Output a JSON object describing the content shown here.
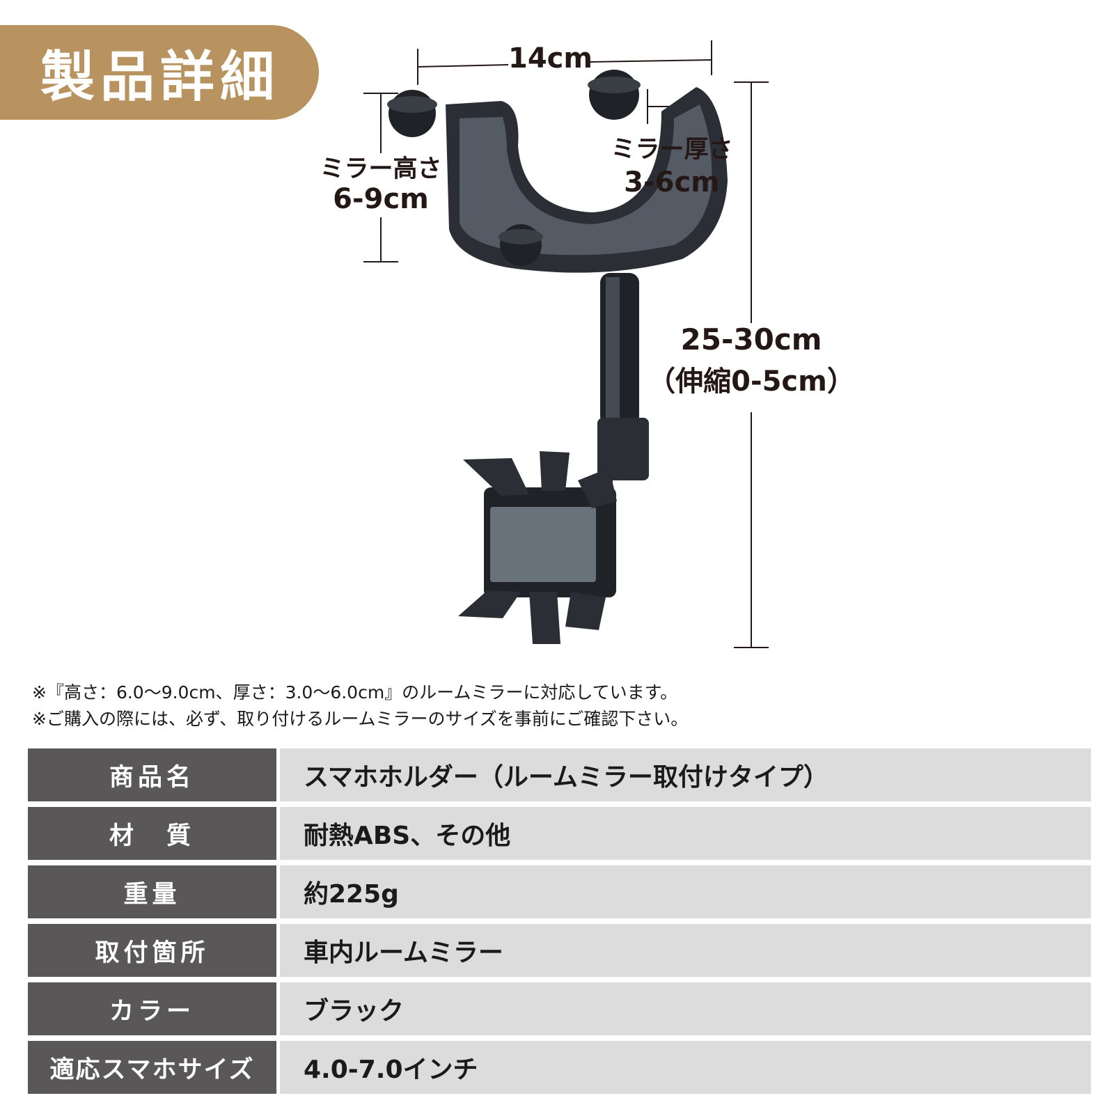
{
  "header": {
    "title": "製品詳細"
  },
  "dimensions": {
    "width": "14cm",
    "mirror_height_label": "ミラー高さ",
    "mirror_height_value": "6-9cm",
    "mirror_thickness_label": "ミラー厚さ",
    "mirror_thickness_value": "3-6cm",
    "total_length": "25-30cm",
    "extension": "（伸縮0-5cm）"
  },
  "notes": [
    "※『高さ：6.0〜9.0cm、厚さ：3.0〜6.0cm』のルームミラーに対応しています。",
    "※ご購入の際には、必ず、取り付けるルームミラーのサイズを事前にご確認下さい。"
  ],
  "spec_table": [
    {
      "label": "商品名",
      "value": "スマホホルダー（ルームミラー取付けタイプ）"
    },
    {
      "label": "材　質",
      "value": "耐熱ABS、その他"
    },
    {
      "label": "重量",
      "value": "約225g"
    },
    {
      "label": "取付箇所",
      "value": "車内ルームミラー"
    },
    {
      "label": "カラー",
      "value": "ブラック"
    },
    {
      "label": "適応スマホサイズ",
      "value": "4.0-7.0インチ"
    }
  ],
  "colors": {
    "accent": "#b8935f",
    "label_bg": "#595757",
    "value_bg": "#dcdcdd",
    "product": "#2b2f35"
  }
}
